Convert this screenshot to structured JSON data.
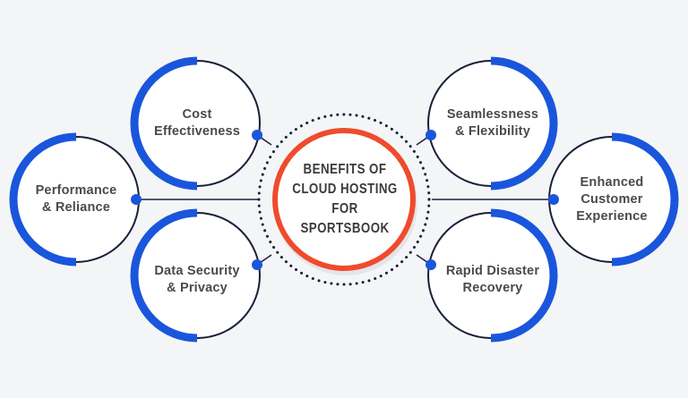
{
  "center": {
    "title_lines": [
      "BENEFITS OF",
      "CLOUD HOSTING",
      "FOR SPORTSBOOK"
    ]
  },
  "benefits": [
    {
      "id": "cost",
      "lines": [
        "Cost",
        "Effectiveness"
      ]
    },
    {
      "id": "performance",
      "lines": [
        "Performance",
        "& Reliance"
      ]
    },
    {
      "id": "security",
      "lines": [
        "Data Security",
        "& Privacy"
      ]
    },
    {
      "id": "seamless",
      "lines": [
        "Seamlessness",
        "& Flexibility"
      ]
    },
    {
      "id": "customer",
      "lines": [
        "Enhanced",
        "Customer",
        "Experience"
      ]
    },
    {
      "id": "recovery",
      "lines": [
        "Rapid Disaster",
        "Recovery"
      ]
    }
  ],
  "colors": {
    "accent_blue": "#1a56db",
    "dark_navy": "#1c1f3a",
    "center_red": "#ef4b2c",
    "background": "#f4f5f7"
  }
}
